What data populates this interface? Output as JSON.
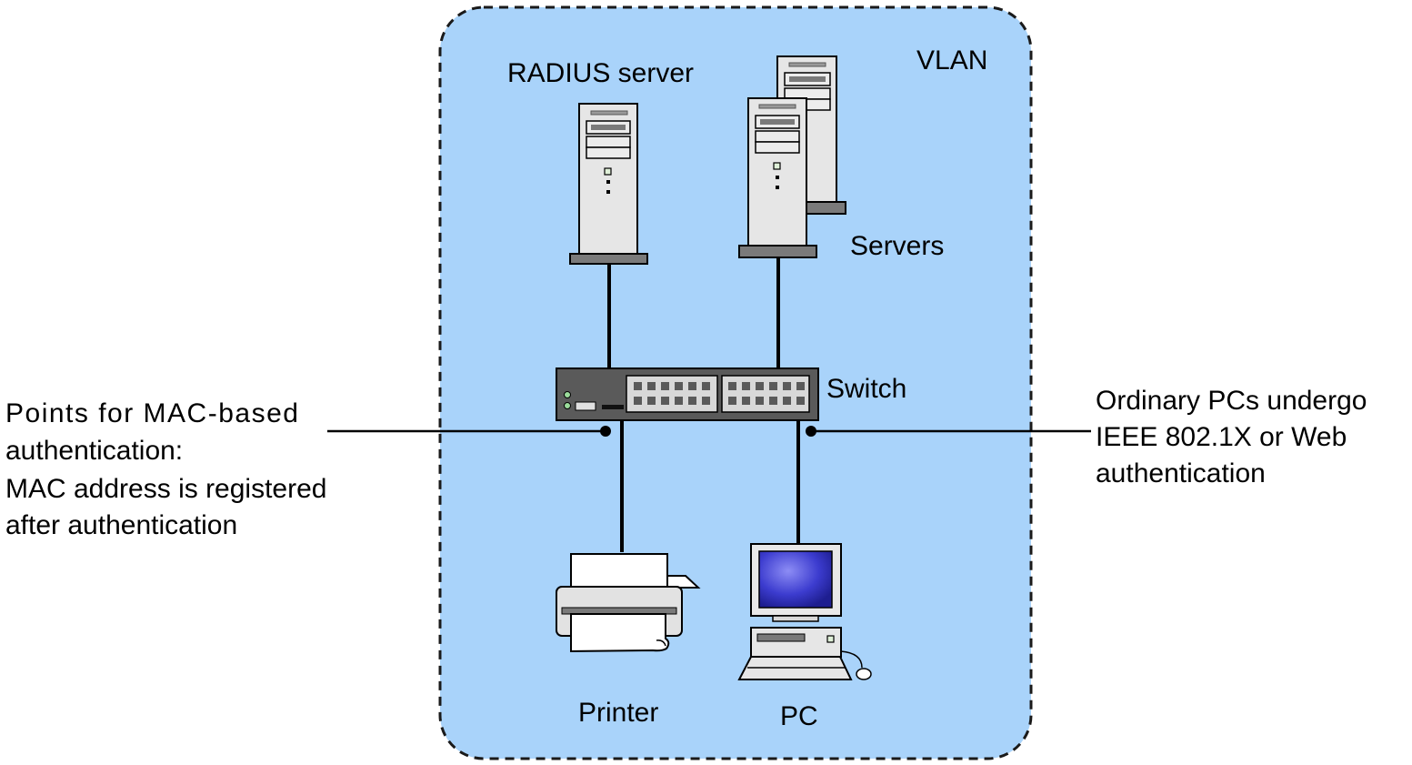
{
  "zone": {
    "label": "VLAN",
    "fill_color": "#a9d3fa",
    "border_color": "#1a1a1a"
  },
  "devices": {
    "radius": {
      "label": "RADIUS server"
    },
    "servers": {
      "label": "Servers"
    },
    "switch": {
      "label": "Switch"
    },
    "printer": {
      "label": "Printer"
    },
    "pc": {
      "label": "PC"
    }
  },
  "callouts": {
    "left": [
      "Points for MAC-based",
      "authentication:",
      "MAC address is registered",
      "after authentication"
    ],
    "right": [
      "Ordinary PCs undergo",
      "IEEE 802.1X or Web",
      "authentication"
    ]
  },
  "colors": {
    "device_body": "#e6e6e6",
    "device_dark": "#7a7a7a",
    "switch_body": "#5a5a5a",
    "monitor_screen": "#3c3ccf",
    "line": "#000000"
  }
}
